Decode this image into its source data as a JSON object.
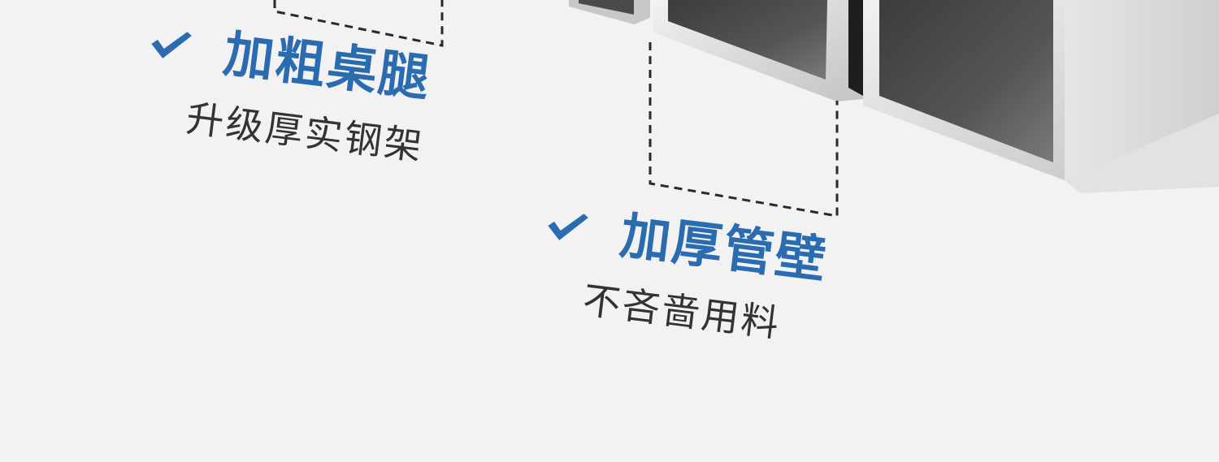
{
  "colors": {
    "background": "#f3f2f2",
    "accent": "#2b6cb0",
    "body_text": "#333333"
  },
  "features": [
    {
      "icon": "check-icon",
      "title": "加粗桌腿",
      "subtitle": "升级厚实钢架"
    },
    {
      "icon": "check-icon",
      "title": "加厚管壁",
      "subtitle": "不吝啬用料"
    }
  ]
}
